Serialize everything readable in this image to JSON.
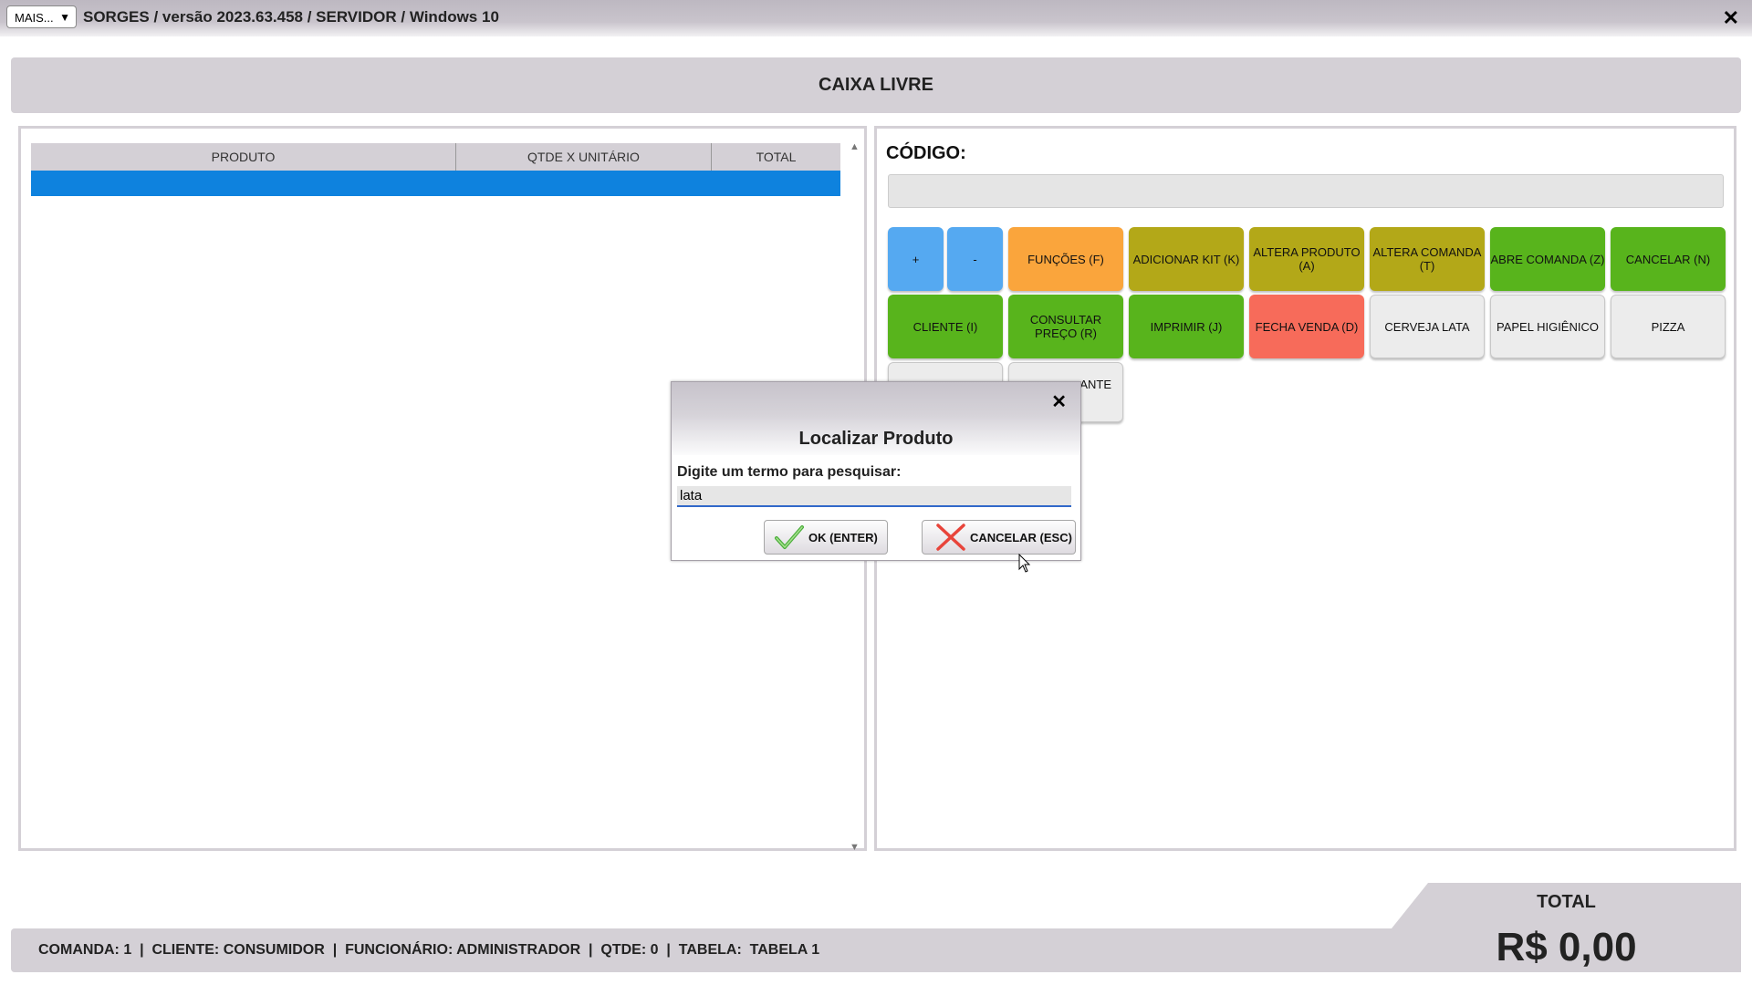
{
  "titlebar": {
    "mais_label": "MAIS...",
    "mais_arrow": "▼",
    "title": "SORGES / versão 2023.63.458 / SERVIDOR / Windows 10",
    "close": "✕"
  },
  "banner": {
    "text": "CAIXA LIVRE"
  },
  "grid": {
    "columns": [
      "PRODUTO",
      "QTDE X UNITÁRIO",
      "TOTAL"
    ],
    "scroll_up": "▲",
    "scroll_down": "▼"
  },
  "codigo": {
    "label": "CÓDIGO:",
    "value": ""
  },
  "buttons": [
    {
      "label": "+",
      "color": "#55a9f1"
    },
    {
      "label": "-",
      "color": "#55a9f1"
    },
    {
      "label": "FUNÇÕES (F)",
      "color": "#faa53c"
    },
    {
      "label": "ADICIONAR KIT (K)",
      "color": "#b3a818"
    },
    {
      "label": "ALTERA PRODUTO (A)",
      "color": "#b3a818"
    },
    {
      "label": "ALTERA COMANDA (T)",
      "color": "#b3a818"
    },
    {
      "label": "ABRE COMANDA (Z)",
      "color": "#58b41c"
    },
    {
      "label": "CANCELAR (N)",
      "color": "#58b41c"
    },
    {
      "label": "CLIENTE (I)",
      "color": "#58b41c"
    },
    {
      "label": "CONSULTAR PREÇO (R)",
      "color": "#58b41c"
    },
    {
      "label": "IMPRIMIR (J)",
      "color": "#58b41c"
    },
    {
      "label": "FECHA VENDA (D)",
      "color": "#f76b5a"
    },
    {
      "label": "CERVEJA LATA",
      "color": "#ececec"
    },
    {
      "label": "PAPEL HIGIÊNICO",
      "color": "#ececec"
    },
    {
      "label": "PIZZA",
      "color": "#ececec"
    },
    {
      "label": "",
      "color": "#ececec"
    },
    {
      "label": "ANTE",
      "color": "#ececec"
    }
  ],
  "bottom": {
    "info": "COMANDA: 1  |  CLIENTE: CONSUMIDOR  |  FUNCIONÁRIO: ADMINISTRADOR  |  QTDE: 0  |  TABELA:  TABELA 1",
    "total_label": "TOTAL",
    "total_value": "R$ 0,00"
  },
  "dialog": {
    "close": "✕",
    "title": "Localizar Produto",
    "prompt": "Digite um termo para pesquisar:",
    "input_value": "lata",
    "ok_label": "OK (ENTER)",
    "cancel_label": "CANCELAR (ESC)"
  }
}
